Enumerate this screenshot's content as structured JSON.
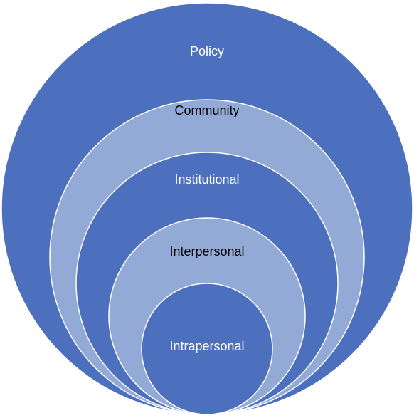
{
  "diagram": {
    "type": "nested-circles",
    "colors": {
      "dark": "#4c6fbe",
      "light": "#94aad6",
      "text_dark": "#000000",
      "text_light": "#ffffff"
    },
    "levels": [
      {
        "label": "Policy"
      },
      {
        "label": "Community"
      },
      {
        "label": "Institutional"
      },
      {
        "label": "Interpersonal"
      },
      {
        "label": "Intrapersonal"
      }
    ]
  }
}
